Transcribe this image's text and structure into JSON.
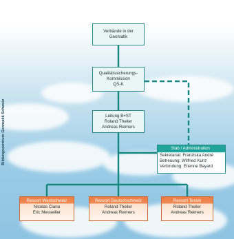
{
  "sidebar_label": "Bildungszentrum Geomatik Schweiz",
  "boxes": {
    "verbaende": {
      "line1": "Verbände in der",
      "line2": "Geomatik"
    },
    "qualitaet": {
      "line1": "Qualitätssicherungs-",
      "line2": "Kommission",
      "line3": "QS-K"
    },
    "leitung": {
      "title": "Leitung B+ST",
      "person1": "Roland Theiler",
      "person2": "Andreas Reimers"
    },
    "stab": {
      "title": "Stab / Administration",
      "line1": "Sekretariat: Franziska André",
      "line2": "Betreuung: Wilfried Kunz",
      "line3": "Verbindung: Etienne Bayard"
    },
    "west": {
      "title": "Ressort Westschweiz",
      "person1": "Nicolas Ciana",
      "person2": "Eric Messeiller"
    },
    "deutsch": {
      "title": "Ressort Deutschschweiz",
      "person1": "Roland Theiler",
      "person2": "Andreas Reimers"
    },
    "tessin": {
      "title": "Ressort Tessin",
      "person1": "Roland Theiler",
      "person2": "Andreas Reimers"
    }
  },
  "colors": {
    "teal": "#1fa39a",
    "line": "#16877f",
    "orange": "#ec7d45"
  }
}
